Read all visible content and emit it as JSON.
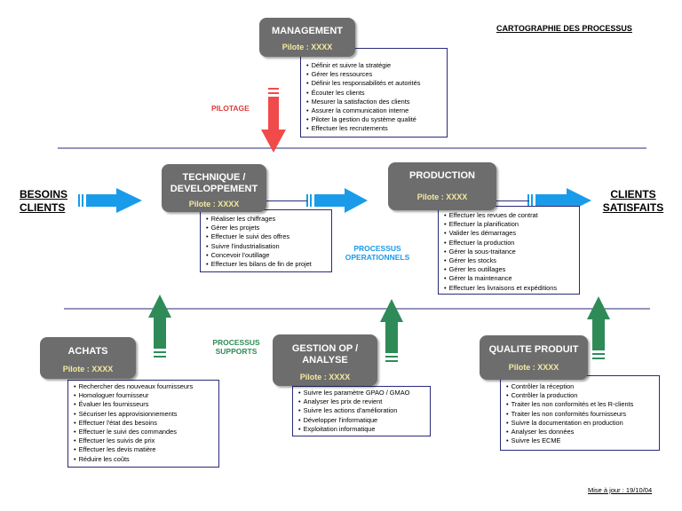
{
  "title": "CARTOGRAPHIE DES PROCESSUS",
  "update": "Mise à jour : 19/10/04",
  "left_label": [
    "BESOINS",
    "CLIENTS"
  ],
  "right_label": [
    "CLIENTS",
    "SATISFAITS"
  ],
  "pilotage_label": "PILOTAGE",
  "operationnels_label": [
    "PROCESSUS",
    "OPERATIONNELS"
  ],
  "supports_label": [
    "PROCESSUS",
    "SUPPORTS"
  ],
  "colors": {
    "box": "#6d6d6d",
    "pilot": "#f4e9a0",
    "blue_arrow": "#1a9bea",
    "green_arrow": "#2e8b57",
    "red_arrow": "#f04a4a",
    "line": "#2a2a7a",
    "label_red": "#e23b3b",
    "label_blue": "#1a9bea",
    "label_green": "#2e8b57"
  },
  "processes": {
    "management": {
      "title": [
        "MANAGEMENT"
      ],
      "pilot": "Pilote : XXXX",
      "items": [
        "Définir et suivre la stratégie",
        "Gérer les ressources",
        "Définir les responsabilités et autorités",
        "Écouter les clients",
        "Mesurer la satisfaction des clients",
        "Assurer la communication interne",
        "Piloter la gestion du système qualité",
        "Effectuer les recrutements"
      ]
    },
    "technique": {
      "title": [
        "TECHNIQUE /",
        "DEVELOPPEMENT"
      ],
      "pilot": "Pilote : XXXX",
      "items": [
        "Réaliser les chiffrages",
        "Gérer les projets",
        "Effectuer le suivi des offres",
        "Suivre l'industrialisation",
        "Concevoir l'outillage",
        "Effectuer les bilans de fin de projet"
      ]
    },
    "production": {
      "title": [
        "PRODUCTION"
      ],
      "pilot": "Pilote : XXXX",
      "items": [
        "Effectuer les revues de contrat",
        "Effectuer la planification",
        "Valider les démarrages",
        "Effectuer la production",
        "Gérer la sous-traitance",
        "Gérer les stocks",
        "Gérer les outillages",
        "Gérer la maintenance",
        "Effectuer les livraisons et expéditions"
      ]
    },
    "achats": {
      "title": [
        "ACHATS"
      ],
      "pilot": "Pilote : XXXX",
      "items": [
        "Rechercher des nouveaux fournisseurs",
        "Homologuer fournisseur",
        "Évaluer les fournisseurs",
        "Sécuriser les approvisionnements",
        "Effectuer l'état des besoins",
        "Effectuer le suivi des commandes",
        "Effectuer les suivis de prix",
        "Effectuer les devis matière",
        "Réduire les coûts"
      ]
    },
    "gestion": {
      "title": [
        "GESTION OP /",
        "ANALYSE"
      ],
      "pilot": "Pilote : XXXX",
      "items": [
        "Suivre les paramètre GPAO / GMAO",
        "Analyser les prix de revient",
        "Suivre les actions d'amélioration",
        "Développer l'informatique",
        "Exploitation informatique"
      ]
    },
    "qualite": {
      "title": [
        "QUALITE PRODUIT"
      ],
      "pilot": "Pilote : XXXX",
      "items": [
        "Contrôler la réception",
        "Contrôler la production",
        "Traiter les non conformités et les R-clients",
        "Traiter les non conformités fournisseurs",
        "Suivre la documentation en production",
        "Analyser les données",
        "Suivre les ECME"
      ]
    }
  }
}
